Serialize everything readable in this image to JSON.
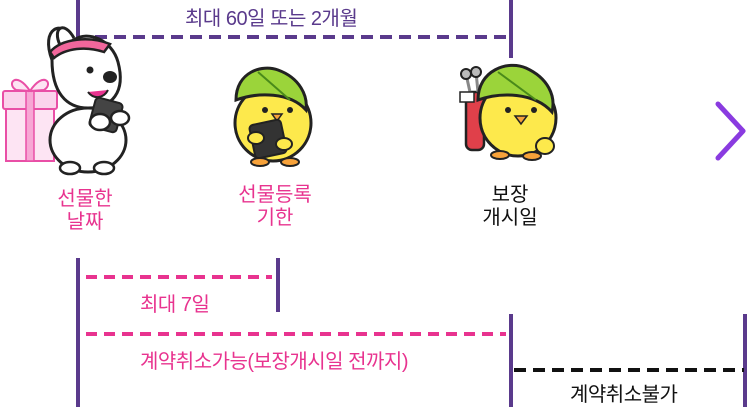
{
  "top_range": {
    "label": "최대 60일 또는 2개월"
  },
  "milestones": {
    "gift_date": {
      "line1": "선물한",
      "line2": "날짜"
    },
    "register_deadline": {
      "line1": "선물등록",
      "line2": "기한"
    },
    "coverage_start": {
      "line1": "보장",
      "line2": "개시일"
    }
  },
  "bottom_ranges": {
    "max7": {
      "label": "최대 7일"
    },
    "cancel_possible": {
      "label": "계약취소가능(보장개시일 전까지)"
    },
    "cancel_impossible": {
      "label": "계약취소불가"
    }
  },
  "colors": {
    "purple": "#5a3a8c",
    "pink": "#e8338f",
    "arrow_blue": "#3333cc",
    "arrow_purple": "#8a3bd8",
    "black": "#111111"
  },
  "icons": {
    "gift": "gift-box-icon",
    "dog": "dog-mascot-icon",
    "chick_phone": "chick-with-phone-icon",
    "chick_golf": "chick-with-golf-bag-icon"
  }
}
